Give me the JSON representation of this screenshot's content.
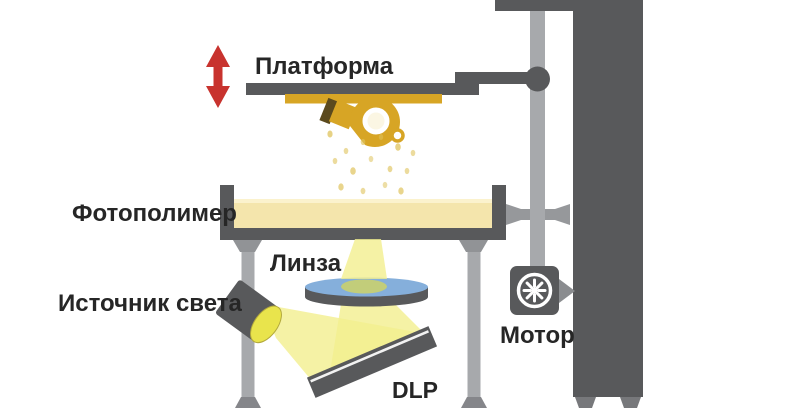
{
  "labels": {
    "platform": "Платформа",
    "photopolymer": "Фотополимер",
    "lens": "Линза",
    "light_source": "Источник света",
    "dlp": "DLP",
    "motor": "Мотор"
  },
  "icons": {
    "platform_motion": "up-down-arrow-icon",
    "motor_fan": "fan-icon"
  },
  "colors": {
    "dark_gray": "#58595B",
    "light_gray": "#A7A9AC",
    "mid_gray": "#96989B",
    "gold": "#D7A525",
    "resin_cream": "#F4E5AC",
    "resin_surface": "#FBF2CD",
    "beam_yellow": "#F3EF8E",
    "lens_blue": "#85AFDB",
    "lamp_face_yellow": "#E9E44C",
    "arrow_red": "#C8332E",
    "drip_gold": "#DFC35C",
    "text": "#262626",
    "background": "#FFFFFF"
  }
}
